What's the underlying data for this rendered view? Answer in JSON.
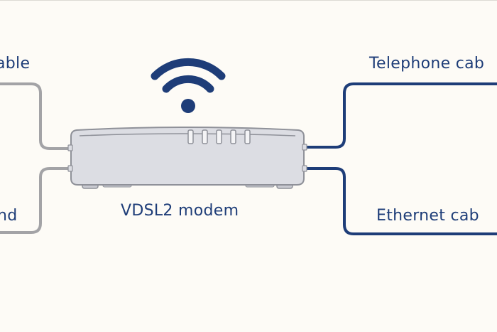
{
  "labels": {
    "left_top": "able",
    "left_bottom": "nd",
    "modem": "VDSL2 modem",
    "right_top": "Telephone cab",
    "right_bottom": "Ethernet cab"
  },
  "icons": {
    "wifi": "wifi-icon",
    "modem": "modem-icon"
  },
  "colors": {
    "background": "#fdfbf6",
    "brand_blue": "#1e3d78",
    "gray_cable": "#a3a3a6",
    "modem_body": "#dcdde3",
    "modem_outline": "#8f9199"
  }
}
